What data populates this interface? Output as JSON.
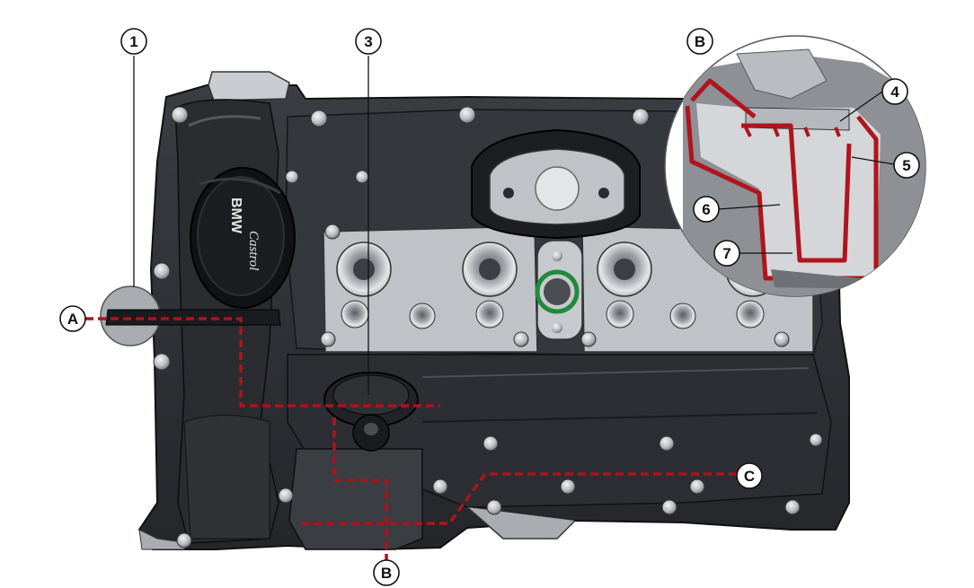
{
  "callouts": {
    "c1": "1",
    "c3": "3",
    "c4": "4",
    "c5": "5",
    "c6": "6",
    "c7": "7",
    "cA": "A",
    "cB_top": "B",
    "cB_bottom": "B",
    "cC": "C"
  },
  "oil_cap": {
    "brand": "BMW",
    "oil_brand": "Castrol"
  },
  "colors": {
    "housing_dark": "#2b2d31",
    "housing_mid": "#4a4d53",
    "housing_light": "#8c9096",
    "silver_parts": "#d4d6d9",
    "path_red": "#b0141c",
    "dashed_red": "#a8161c",
    "seal_green": "#1f8a3b"
  },
  "icons": {
    "valve_cover": "engine-cylinder-head-cover-icon",
    "oil_filler": "oil-filler-cap-icon"
  }
}
